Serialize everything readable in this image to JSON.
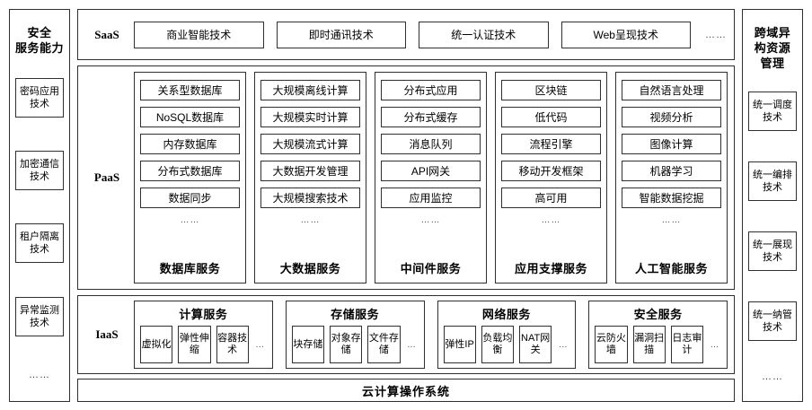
{
  "pillars": {
    "left": {
      "title": "安全\n服务能力",
      "title_line1": "安全",
      "title_line2": "服务能力",
      "items": [
        {
          "label": "密码应用技术"
        },
        {
          "label": "加密通信技术"
        },
        {
          "label": "租户隔离技术"
        },
        {
          "label": "异常监测技术"
        }
      ],
      "ellipsis": "……"
    },
    "right": {
      "title_line1": "跨域异",
      "title_line2": "构资源",
      "title_line3": "管理",
      "items": [
        {
          "label": "统一调度技术"
        },
        {
          "label": "统一编排技术"
        },
        {
          "label": "统一展现技术"
        },
        {
          "label": "统一纳管技术"
        }
      ],
      "ellipsis": "……"
    }
  },
  "saas": {
    "label": "SaaS",
    "items": [
      {
        "label": "商业智能技术"
      },
      {
        "label": "即时通讯技术"
      },
      {
        "label": "统一认证技术"
      },
      {
        "label": "Web呈现技术"
      }
    ],
    "ellipsis": "……"
  },
  "paas": {
    "label": "PaaS",
    "columns": [
      {
        "title": "数据库服务",
        "ellipsis": "……",
        "items": [
          {
            "label": "关系型数据库"
          },
          {
            "label": "NoSQL数据库"
          },
          {
            "label": "内存数据库"
          },
          {
            "label": "分布式数据库"
          },
          {
            "label": "数据同步"
          }
        ]
      },
      {
        "title": "大数据服务",
        "ellipsis": "……",
        "items": [
          {
            "label": "大规模离线计算"
          },
          {
            "label": "大规模实时计算"
          },
          {
            "label": "大规模流式计算"
          },
          {
            "label": "大数据开发管理"
          },
          {
            "label": "大规模搜索技术"
          }
        ]
      },
      {
        "title": "中间件服务",
        "ellipsis": "……",
        "items": [
          {
            "label": "分布式应用"
          },
          {
            "label": "分布式缓存"
          },
          {
            "label": "消息队列"
          },
          {
            "label": "API网关"
          },
          {
            "label": "应用监控"
          }
        ]
      },
      {
        "title": "应用支撑服务",
        "ellipsis": "……",
        "items": [
          {
            "label": "区块链"
          },
          {
            "label": "低代码"
          },
          {
            "label": "流程引擎"
          },
          {
            "label": "移动开发框架"
          },
          {
            "label": "高可用"
          }
        ]
      },
      {
        "title": "人工智能服务",
        "ellipsis": "……",
        "items": [
          {
            "label": "自然语言处理"
          },
          {
            "label": "视频分析"
          },
          {
            "label": "图像计算"
          },
          {
            "label": "机器学习"
          },
          {
            "label": "智能数据挖掘"
          }
        ]
      }
    ]
  },
  "iaas": {
    "label": "IaaS",
    "groups": [
      {
        "title": "计算服务",
        "ellipsis": "…",
        "items": [
          {
            "label": "虚拟化"
          },
          {
            "label": "弹性伸缩"
          },
          {
            "label": "容器技术"
          }
        ]
      },
      {
        "title": "存储服务",
        "ellipsis": "…",
        "items": [
          {
            "label": "块存储"
          },
          {
            "label": "对象存储"
          },
          {
            "label": "文件存储"
          }
        ]
      },
      {
        "title": "网络服务",
        "ellipsis": "…",
        "items": [
          {
            "label": "弹性IP"
          },
          {
            "label": "负载均衡"
          },
          {
            "label": "NAT网关"
          }
        ]
      },
      {
        "title": "安全服务",
        "ellipsis": "…",
        "items": [
          {
            "label": "云防火墙"
          },
          {
            "label": "漏洞扫描"
          },
          {
            "label": "日志审计"
          }
        ]
      }
    ]
  },
  "os_band": {
    "label": "云计算操作系统"
  },
  "colors": {
    "border": "#2f2f2f",
    "background": "#ffffff",
    "text": "#000000"
  }
}
